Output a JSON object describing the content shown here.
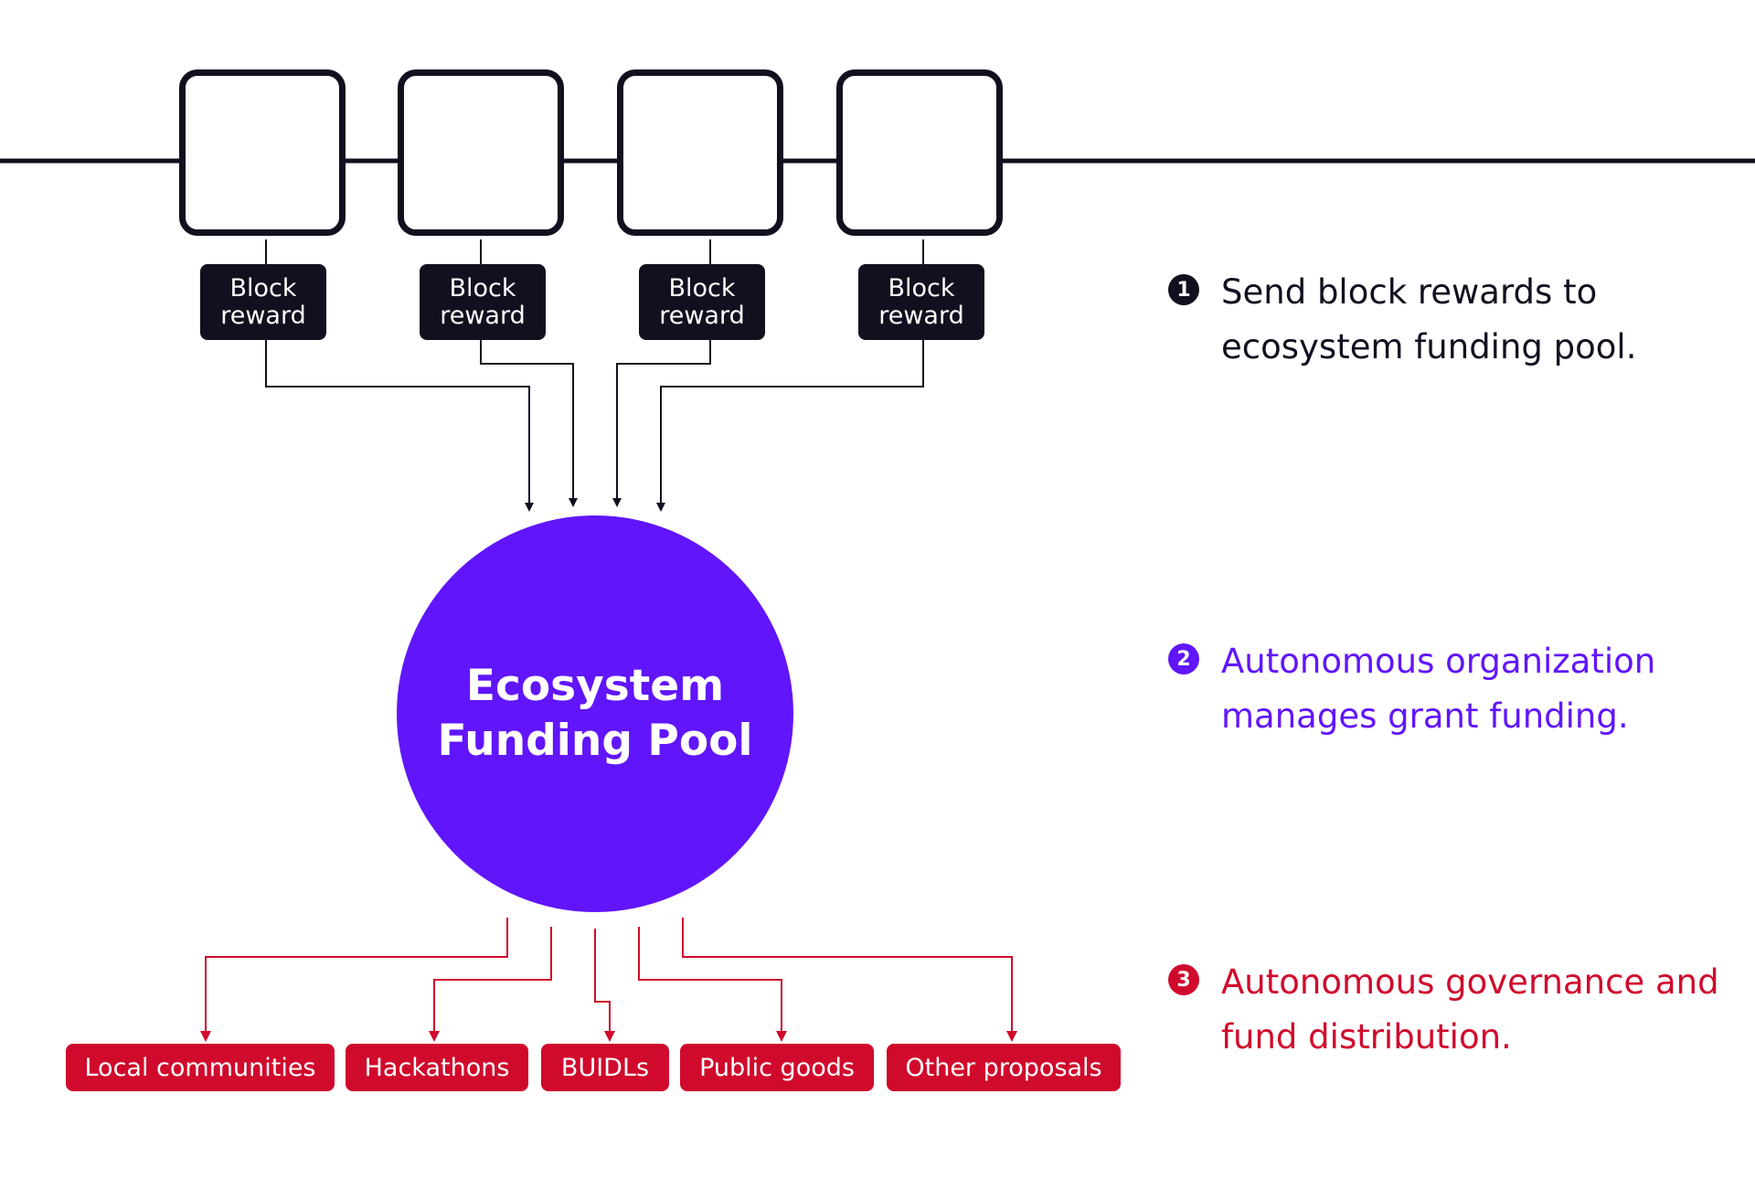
{
  "colors": {
    "chain": "#12101f",
    "pool": "#6115fa",
    "distribution": "#d00a2c"
  },
  "blocks": [
    {
      "label_line1": "Block",
      "label_line2": "reward"
    },
    {
      "label_line1": "Block",
      "label_line2": "reward"
    },
    {
      "label_line1": "Block",
      "label_line2": "reward"
    },
    {
      "label_line1": "Block",
      "label_line2": "reward"
    }
  ],
  "pool": {
    "title_line1": "Ecosystem",
    "title_line2": "Funding Pool"
  },
  "destinations": [
    {
      "label": "Local communities"
    },
    {
      "label": "Hackathons"
    },
    {
      "label": "BUIDLs"
    },
    {
      "label": "Public goods"
    },
    {
      "label": "Other proposals"
    }
  ],
  "steps": [
    {
      "number": "1",
      "text": "Send block rewards to ecosystem funding pool.",
      "color": "#12101f"
    },
    {
      "number": "2",
      "text": "Autonomous organization manages grant funding.",
      "color": "#6115fa"
    },
    {
      "number": "3",
      "text": "Autonomous governance and fund distribution.",
      "color": "#d00a2c"
    }
  ]
}
